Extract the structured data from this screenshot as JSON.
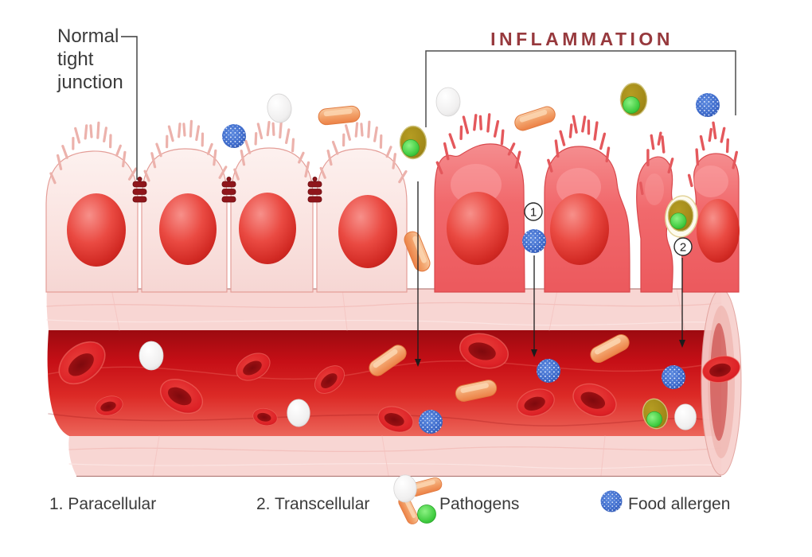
{
  "labels": {
    "tight_junction": {
      "line1": "Normal",
      "line2": "tight",
      "line3": "junction"
    },
    "inflammation": "INFLAMMATION"
  },
  "markers": {
    "paracellular": "1",
    "transcellular": "2"
  },
  "legend": {
    "item1": "1. Paracellular",
    "item2": "2. Transcellular",
    "pathogens": "Pathogens",
    "food_allergen": "Food allergen"
  },
  "colors": {
    "label_text": "#3B3B3B",
    "inflammation_text": "#97393D",
    "normal_cell": "#FAE4E2",
    "inflamed_cell": "#F1696C",
    "nucleus_red": "#E23B35",
    "tight_junction": "#8F161B",
    "vessel_wall_pink": "#F8D6D3",
    "blood_red": "#CE1118",
    "pathogen_rod_orange": "#F2955C",
    "pathogen_olive": "#A08818",
    "pathogen_white": "#F2F2F2",
    "pathogen_green": "#3FCB3F",
    "food_allergen_blue": "#3E6BCB"
  }
}
